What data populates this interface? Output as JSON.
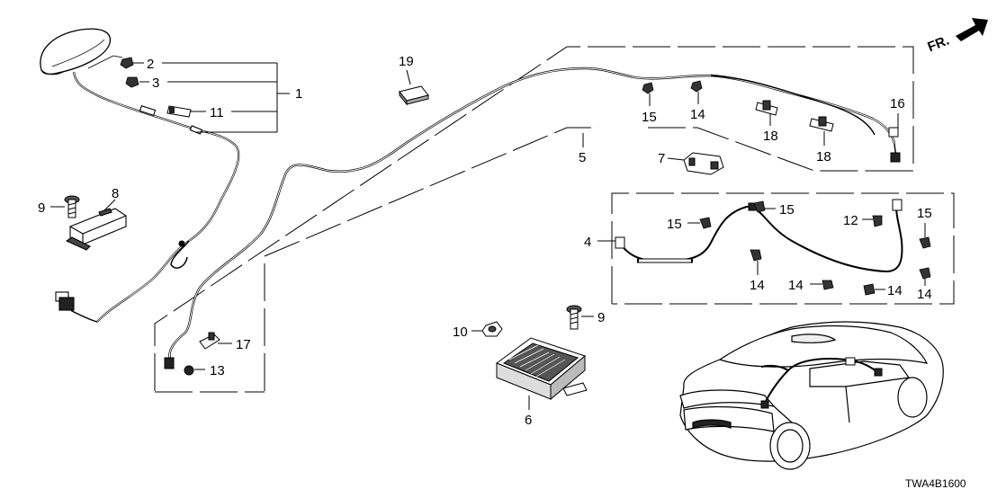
{
  "diagram_code": "TWA4B1600",
  "direction_label": "FR.",
  "callouts": {
    "c1": "1",
    "c2": "2",
    "c3": "3",
    "c4": "4",
    "c5": "5",
    "c6": "6",
    "c7": "7",
    "c8": "8",
    "c9a": "9",
    "c9b": "9",
    "c10": "10",
    "c11": "11",
    "c12": "12",
    "c13": "13",
    "c14a": "14",
    "c14b": "14",
    "c14c": "14",
    "c14d": "14",
    "c14e": "14",
    "c15a": "15",
    "c15b": "15",
    "c15c": "15",
    "c15d": "15",
    "c16": "16",
    "c17": "17",
    "c18a": "18",
    "c18b": "18",
    "c19": "19"
  }
}
